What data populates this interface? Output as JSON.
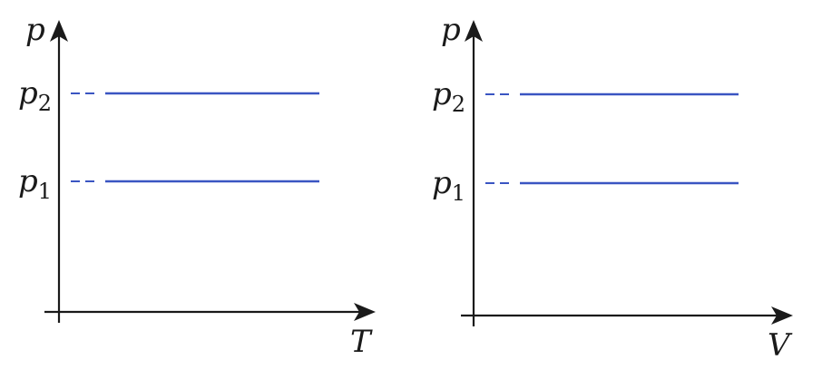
{
  "colors": {
    "axis": "#1a1a1a",
    "line": "#3a55c2"
  },
  "panels": [
    {
      "y_axis_label": "p",
      "x_axis_label": "T",
      "levels": [
        {
          "symbol": "p",
          "subscript": "2"
        },
        {
          "symbol": "p",
          "subscript": "1"
        }
      ]
    },
    {
      "y_axis_label": "p",
      "x_axis_label": "V",
      "levels": [
        {
          "symbol": "p",
          "subscript": "2"
        },
        {
          "symbol": "p",
          "subscript": "1"
        }
      ]
    }
  ]
}
